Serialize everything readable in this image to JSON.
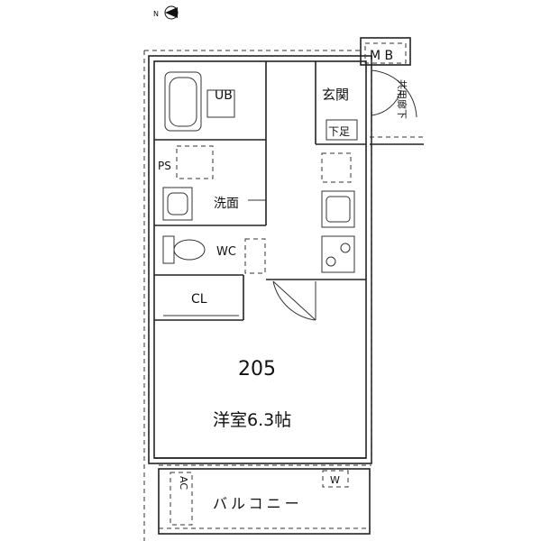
{
  "unit": {
    "number": "205",
    "room": "洋室6.3帖"
  },
  "labels": {
    "ub": "UB",
    "ps": "PS",
    "washroom": "洗面",
    "wc": "WC",
    "closet": "CL",
    "entrance": "玄関",
    "shoe_box": "下足",
    "mb": "M B",
    "corridor": "共用廊下",
    "balcony": "バルコニー",
    "ac": "AC",
    "washer": "W",
    "north": "N"
  },
  "icons": [
    "north-arrow-icon",
    "bathtub-icon",
    "toilet-icon",
    "sink-icon",
    "stove-icon",
    "kitchen-sink-icon"
  ]
}
